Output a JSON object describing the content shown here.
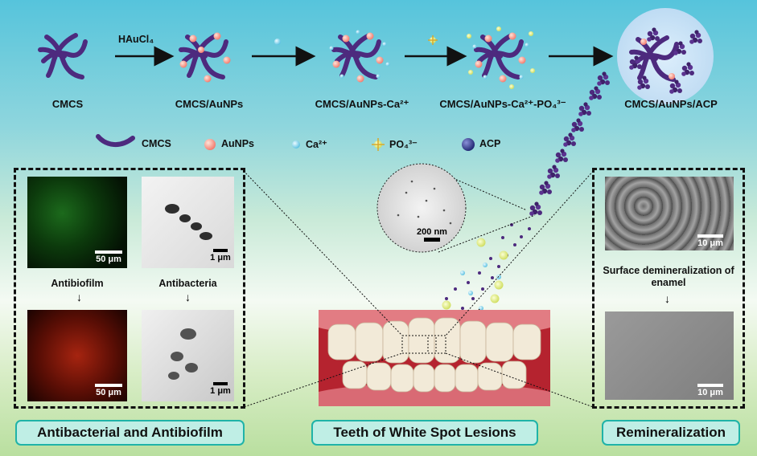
{
  "reaction": {
    "reagent": "HAuCl₄",
    "stages": [
      "CMCS",
      "CMCS/AuNPs",
      "CMCS/AuNPs-Ca²⁺",
      "CMCS/AuNPs-Ca²⁺-PO₄³⁻",
      "CMCS/AuNPs/ACP"
    ]
  },
  "legend": {
    "items": [
      {
        "label": "CMCS",
        "color": "#4d2a7e"
      },
      {
        "label": "AuNPs",
        "color": "#f39a8a"
      },
      {
        "label": "Ca²⁺",
        "color": "#7fd0e6"
      },
      {
        "label": "PO₄³⁻",
        "color": "#e4e98a"
      },
      {
        "label": "ACP",
        "color": "#2e3a8c"
      }
    ]
  },
  "left_panel": {
    "label_top": "Antibiofilm",
    "label_top_right": "Antibacteria",
    "scale_fluor_top": "50 μm",
    "scale_tem_top": "1 μm",
    "scale_fluor_bottom": "50 μm",
    "scale_tem_bottom": "1 μm"
  },
  "center": {
    "tem_scale": "200 nm"
  },
  "right_panel": {
    "description": "Surface demineralization of enamel",
    "scale_top": "10 μm",
    "scale_bottom": "10 μm"
  },
  "captions": {
    "left": "Antibacterial and Antibiofilm",
    "center": "Teeth of White Spot Lesions",
    "right": "Remineralization"
  }
}
